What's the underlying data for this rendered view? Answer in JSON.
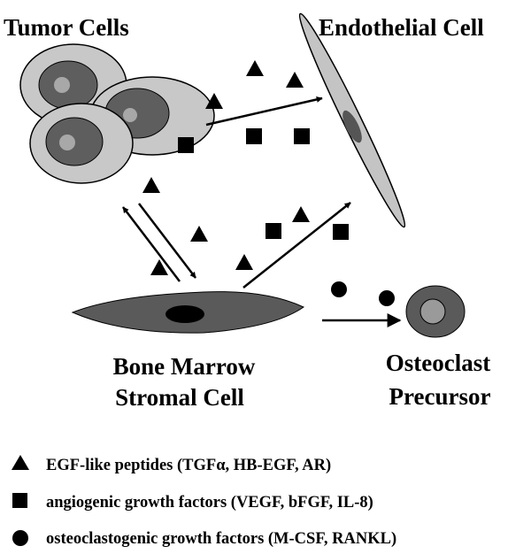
{
  "labels": {
    "tumor_cells": "Tumor Cells",
    "endothelial_cell": "Endothelial Cell",
    "stromal_line1": "Bone Marrow",
    "stromal_line2": "Stromal Cell",
    "osteoclast_line1": "Osteoclast",
    "osteoclast_line2": "Precursor"
  },
  "legend": [
    {
      "symbol": "triangle",
      "text": "EGF-like peptides (TGFα, HB-EGF, AR)"
    },
    {
      "symbol": "square",
      "text": "angiogenic growth factors (VEGF, bFGF, IL-8)"
    },
    {
      "symbol": "circle",
      "text": "osteoclastogenic growth factors (M-CSF, RANKL)"
    }
  ],
  "colors": {
    "cell_outer": "#c8c8c8",
    "cell_mid": "#5e5e5e",
    "cell_nucleus": "#a8a8a8",
    "endothelial": "#c4c4c4",
    "endothelial_nucleus": "#555555",
    "stromal": "#5a5a5a",
    "osteoclast_outer": "#5a5a5a",
    "osteoclast_inner": "#9a9a9a",
    "marker": "#000000"
  }
}
